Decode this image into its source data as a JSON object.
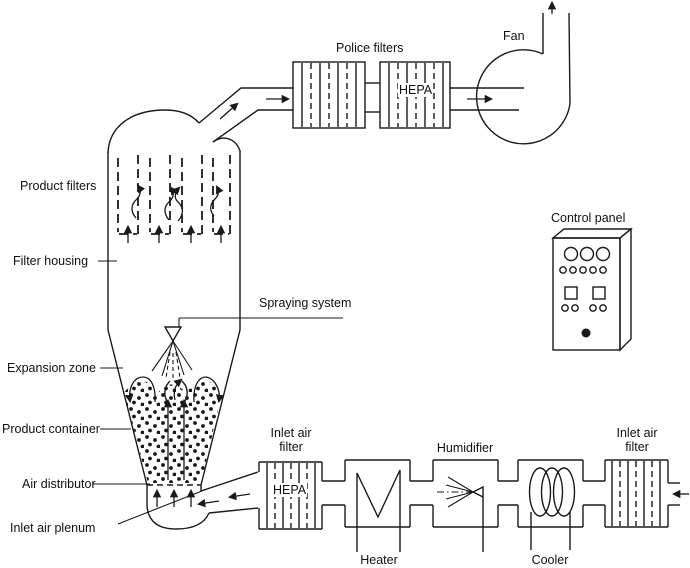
{
  "labels": {
    "police_filters": "Police filters",
    "hepa_top": "HEPA",
    "fan": "Fan",
    "control_panel": "Control panel",
    "product_filters": "Product filters",
    "filter_housing": "Filter housing",
    "spraying_system": "Spraying system",
    "expansion_zone": "Expansion zone",
    "product_container": "Product container",
    "air_distributor": "Air distributor",
    "inlet_air_plenum": "Inlet air plenum",
    "inlet_filter_left": "Inlet air\nfilter",
    "hepa_bottom": "HEPA",
    "heater": "Heater",
    "humidifier": "Humidifier",
    "cooler": "Cooler",
    "inlet_filter_right": "Inlet air\nfilter"
  },
  "colors": {
    "line": "#1a1a1a",
    "text": "#111111",
    "background": "#ffffff"
  }
}
